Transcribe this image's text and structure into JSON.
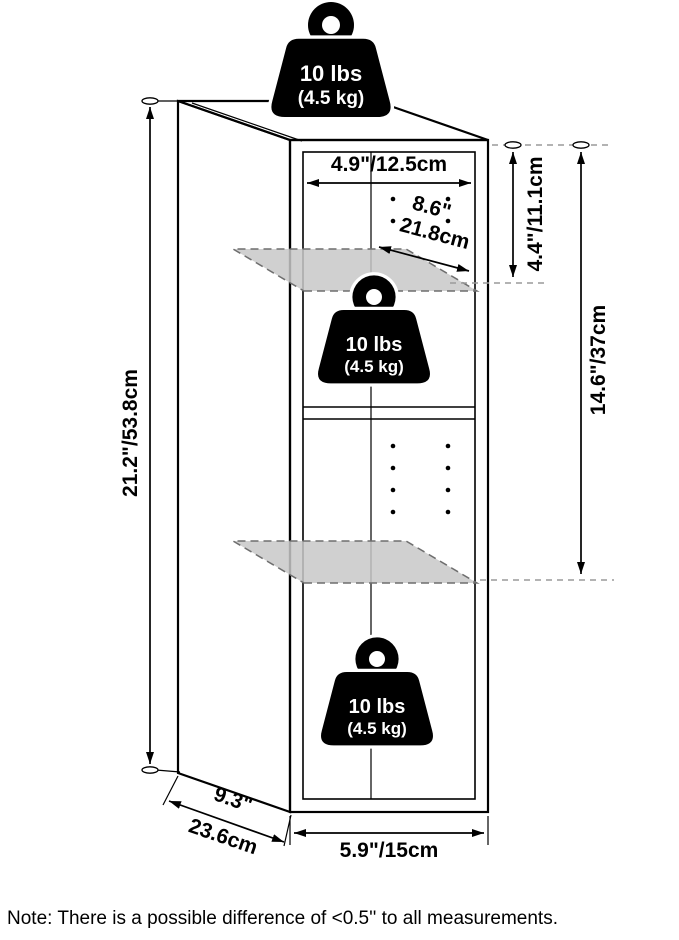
{
  "note": {
    "text": "Note: There is a possible difference of <0.5'' to all measurements."
  },
  "weight_badge": {
    "lbs": "10 lbs",
    "kg": "(4.5 kg)"
  },
  "dims": {
    "total_height": "21.2\"/53.8cm",
    "inner_width": "4.9\"/12.5cm",
    "shelf_depth_in": "8.6\"",
    "shelf_depth_cm": "21.8cm",
    "top_section": "4.4\"/11.1cm",
    "mid_section": "14.6\"/37cm",
    "depth_in": "9.3\"",
    "depth_cm": "23.6cm",
    "outer_width": "5.9\"/15cm"
  },
  "colors": {
    "line": "#000000",
    "shelf_fill": "#c8c8c8",
    "shelf_border": "#6e6e6e",
    "extension_line": "#9a9a9a",
    "weight_fill": "#000000",
    "weight_text": "#ffffff",
    "background": "#ffffff"
  }
}
